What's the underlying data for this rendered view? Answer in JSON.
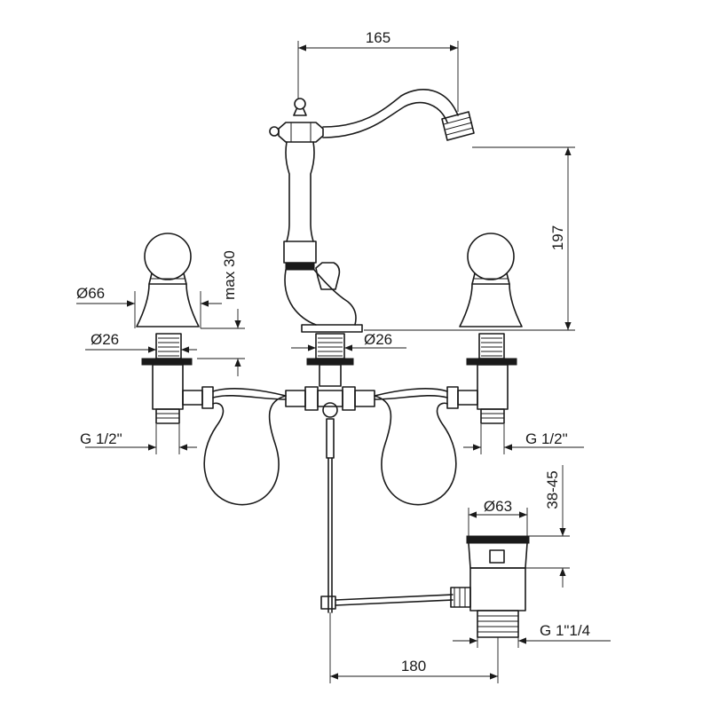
{
  "dimensions": {
    "spout_reach": "165",
    "height": "197",
    "handle_diameter": "Ø66",
    "max_thickness": "max 30",
    "left_shank_diameter": "Ø26",
    "center_shank_diameter": "Ø26",
    "left_connection": "G 1/2\"",
    "right_connection": "G 1/2\"",
    "drain_height_range": "38-45",
    "drain_diameter": "Ø63",
    "drain_thread": "G 1\"1/4",
    "rod_to_drain": "180"
  }
}
